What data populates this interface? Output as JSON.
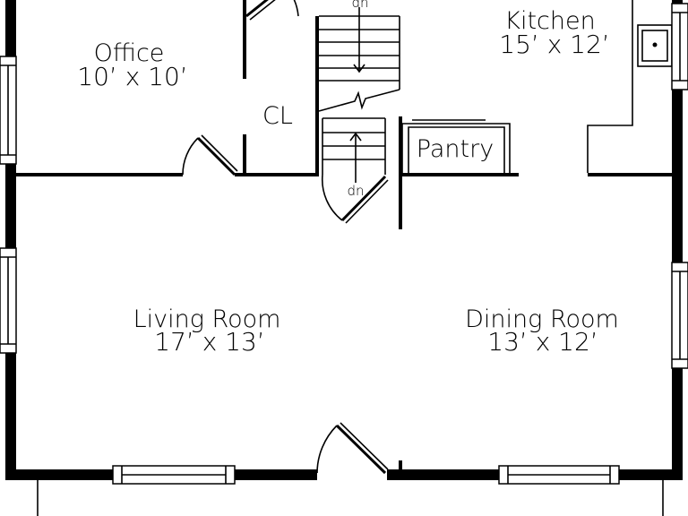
{
  "rooms": {
    "office": {
      "name": "Office",
      "dims": "10’ x 10’"
    },
    "kitchen": {
      "name": "Kitchen",
      "dims": "15’ x 12’"
    },
    "closet": {
      "name": "CL"
    },
    "pantry": {
      "name": "Pantry"
    },
    "living": {
      "name": "Living Room",
      "dims": "17’ x 13’"
    },
    "dining": {
      "name": "Dining Room",
      "dims": "13’ x 12’"
    }
  },
  "stairs": {
    "upper_label": "dn",
    "lower_label": "dn"
  },
  "colors": {
    "line": "#000000",
    "background": "#ffffff"
  }
}
